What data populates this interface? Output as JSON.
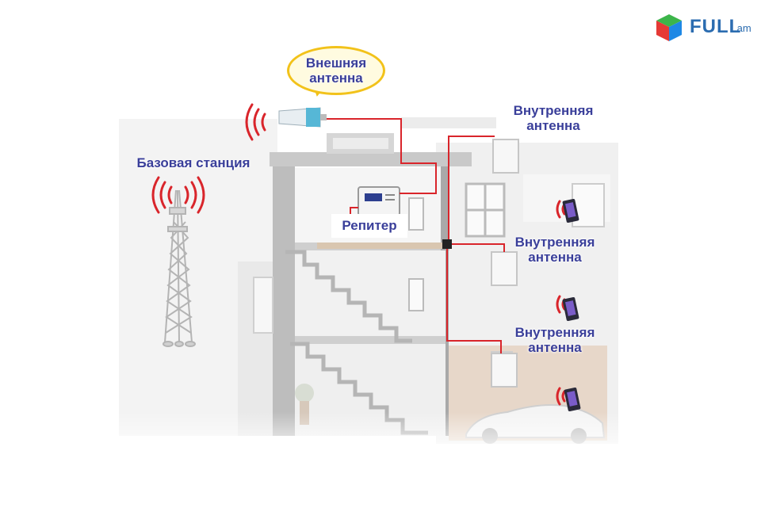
{
  "labels": {
    "external_antenna": [
      "Внешняя",
      "антенна"
    ],
    "base_station": "Базовая станция",
    "repeater": "Репитер",
    "internal_antenna_top": [
      "Внутренняя",
      "антенна"
    ],
    "internal_antenna_mid": [
      "Внутренняя",
      "антенна"
    ],
    "internal_antenna_low": [
      "Внутренняя",
      "антенна"
    ]
  },
  "logo": {
    "brand": "FULL",
    "domain": ".am"
  },
  "colors": {
    "label": "#3a3f9a",
    "cable": "#d9252b",
    "bubble_border": "#f2c21a",
    "logo": "#2b6cb0"
  }
}
